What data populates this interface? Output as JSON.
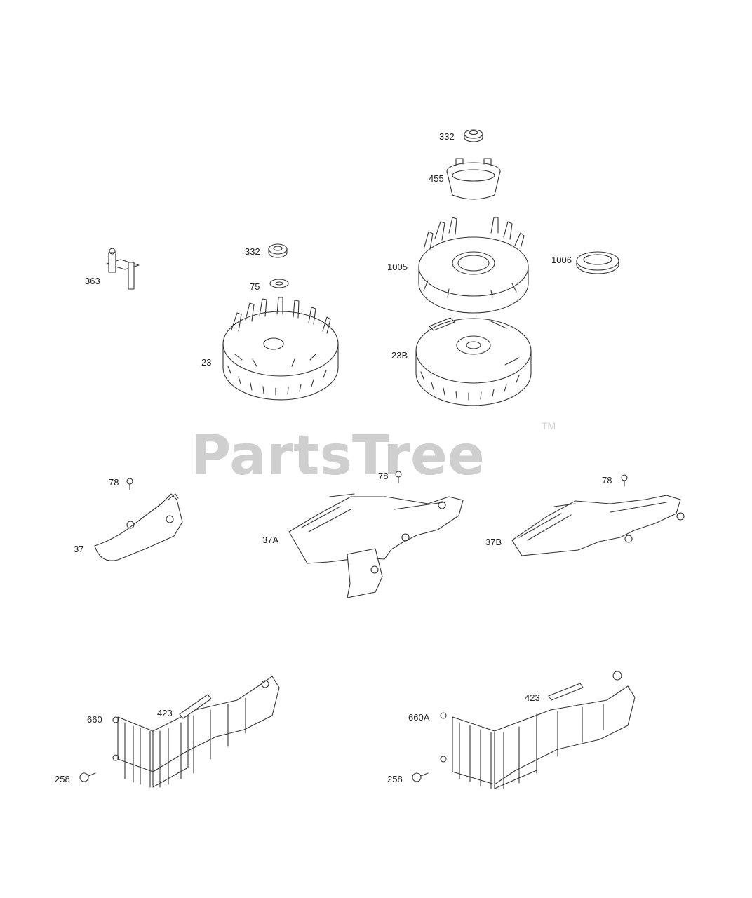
{
  "watermark": {
    "text": "PartsTree",
    "trademark": "TM"
  },
  "labels": {
    "l332a": "332",
    "l455": "455",
    "l1005": "1005",
    "l1006": "1006",
    "l23b": "23B",
    "l363": "363",
    "l332b": "332",
    "l75": "75",
    "l23": "23",
    "l78a": "78",
    "l37": "37",
    "l78b": "78",
    "l37a": "37A",
    "l78c": "78",
    "l37b": "37B",
    "l660": "660",
    "l423a": "423",
    "l258a": "258",
    "l423b": "423",
    "l660a": "660A",
    "l258b": "258"
  }
}
